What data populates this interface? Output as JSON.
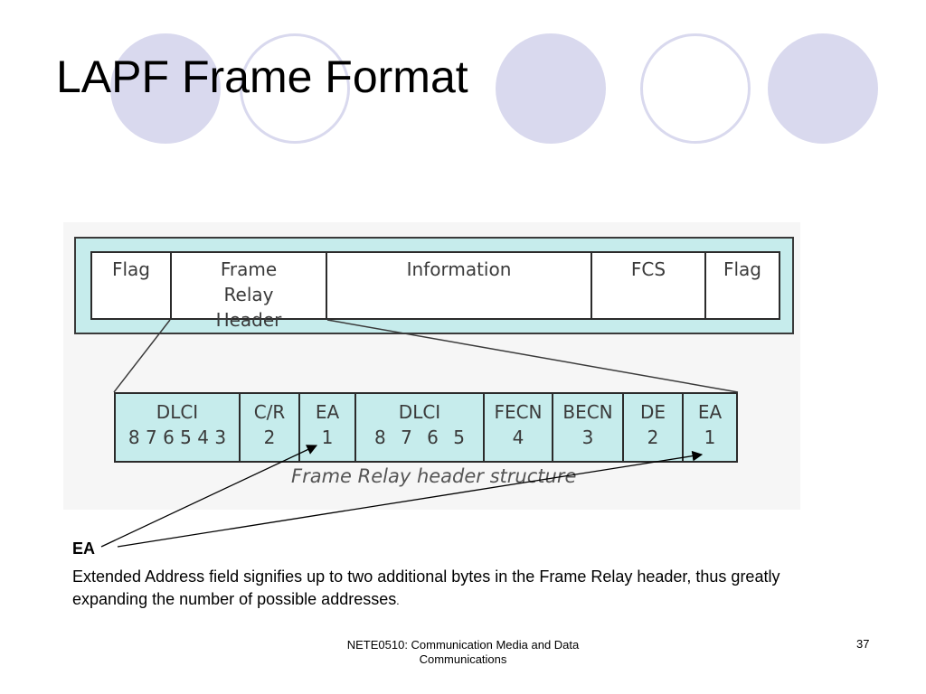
{
  "slide": {
    "title": "LAPF Frame Format",
    "footer": "NETE0510: Communication Media and Data Communications",
    "page_number": "37"
  },
  "frame_format": {
    "fields": [
      "Flag",
      "Frame Relay Header",
      "Information",
      "FCS",
      "Flag"
    ]
  },
  "header_structure": {
    "fields": [
      {
        "name": "DLCI",
        "bits": "8 7 6 5 4 3"
      },
      {
        "name": "C/R",
        "bits": "2"
      },
      {
        "name": "EA",
        "bits": "1"
      },
      {
        "name": "DLCI",
        "bits": "8 7 6 5"
      },
      {
        "name": "FECN",
        "bits": "4"
      },
      {
        "name": "BECN",
        "bits": "3"
      },
      {
        "name": "DE",
        "bits": "2"
      },
      {
        "name": "EA",
        "bits": "1"
      }
    ],
    "caption": "Frame Relay header structure"
  },
  "annotation": {
    "term": "EA",
    "description": "Extended Address field signifies up to two additional bytes in the Frame Relay header, thus greatly expanding the number of possible addresses",
    "trailing": "."
  },
  "colors": {
    "accent_circle": "#d9d9ee",
    "field_fill": "#c6ecec"
  }
}
